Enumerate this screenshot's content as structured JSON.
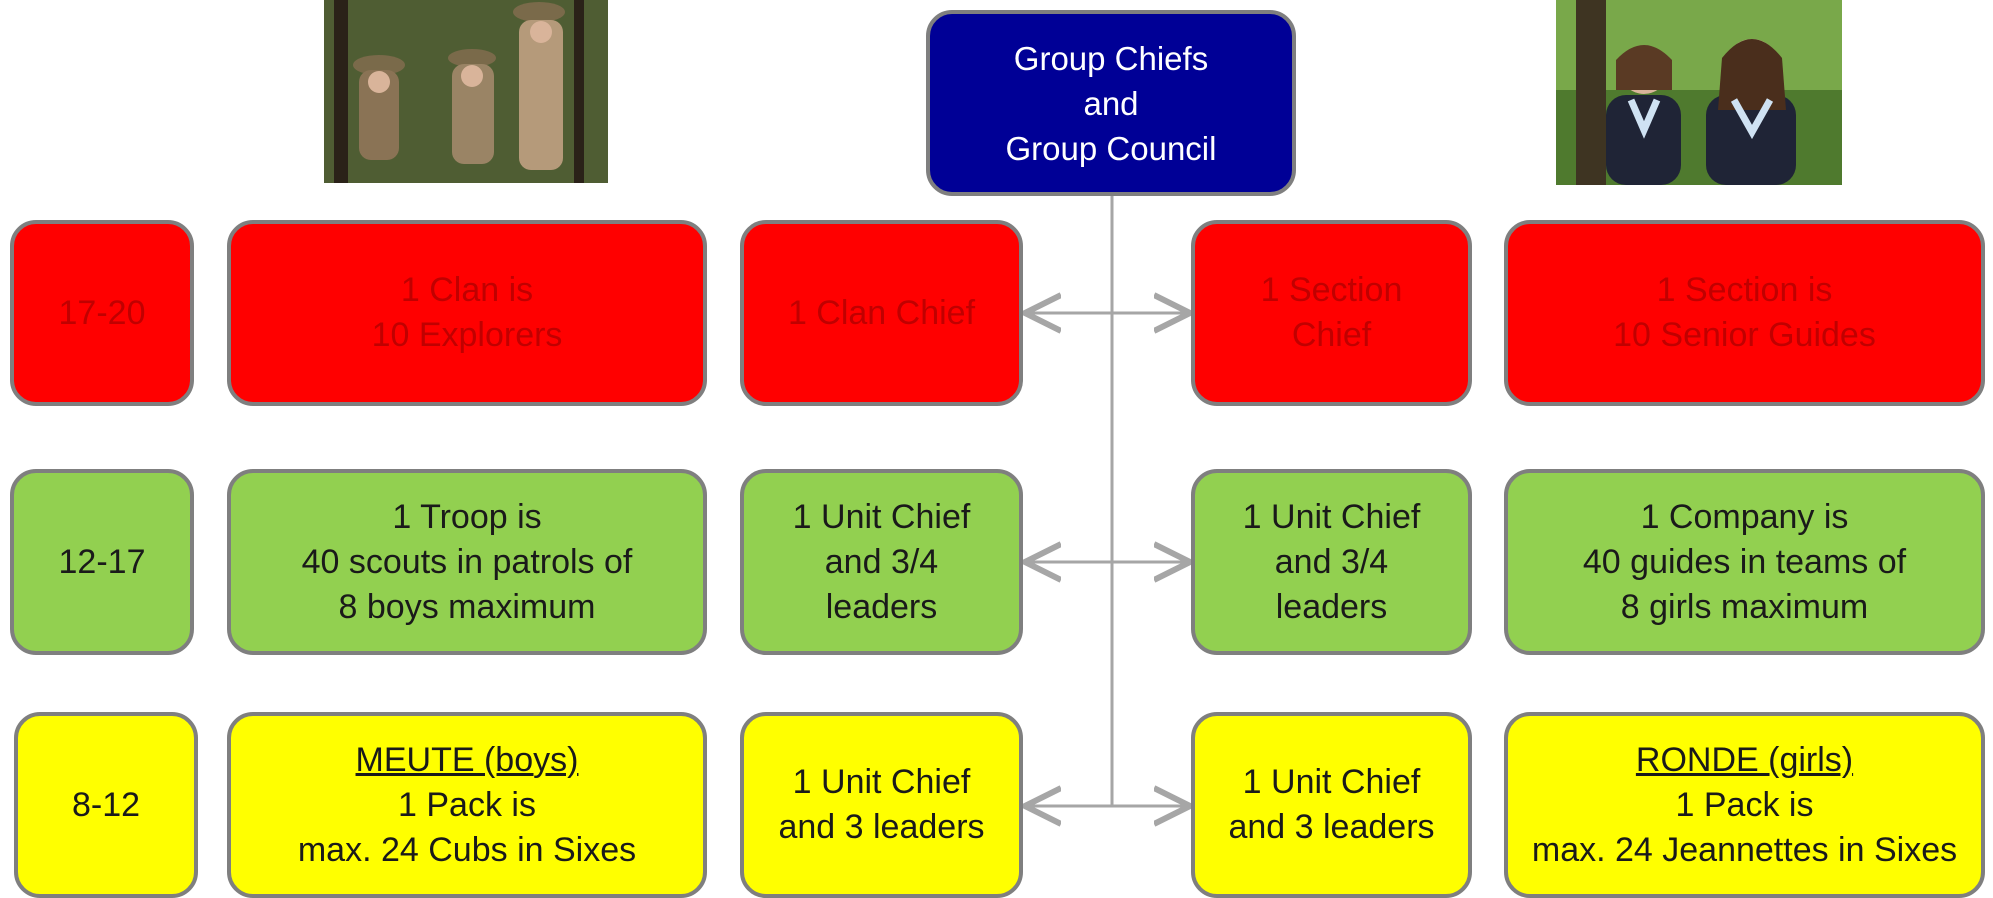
{
  "top": {
    "lines": [
      "Group Chiefs",
      "and",
      "Group Council"
    ]
  },
  "rows": [
    {
      "age": "17-20",
      "boys_unit": [
        "1 Clan is",
        "10 Explorers"
      ],
      "boys_chief": [
        "1 Clan Chief"
      ],
      "girls_chief": [
        "1 Section",
        "Chief"
      ],
      "girls_unit": [
        "1 Section is",
        "10 Senior Guides"
      ]
    },
    {
      "age": "12-17",
      "boys_unit": [
        "1 Troop is",
        "40 scouts in patrols of",
        "8 boys maximum"
      ],
      "boys_chief": [
        "1 Unit Chief",
        "and 3/4",
        "leaders"
      ],
      "girls_chief": [
        "1 Unit Chief",
        "and 3/4",
        "leaders"
      ],
      "girls_unit": [
        "1 Company is",
        "40 guides in teams of",
        "8 girls maximum"
      ]
    },
    {
      "age": "8-12",
      "boys_unit": [
        "MEUTE (boys)",
        "1 Pack is",
        "max. 24 Cubs in Sixes"
      ],
      "boys_chief": [
        "1 Unit Chief",
        "and 3 leaders"
      ],
      "girls_chief": [
        "1 Unit Chief",
        "and 3 leaders"
      ],
      "girls_unit": [
        "RONDE (girls)",
        "1 Pack is",
        "max. 24 Jeannettes in Sixes"
      ]
    }
  ],
  "colors": {
    "top": "#000096",
    "row_17_20": "#ff0000",
    "row_12_17": "#92d050",
    "row_8_12": "#ffff00",
    "border": "#7f7f7f",
    "connector": "#a6a6a6"
  }
}
